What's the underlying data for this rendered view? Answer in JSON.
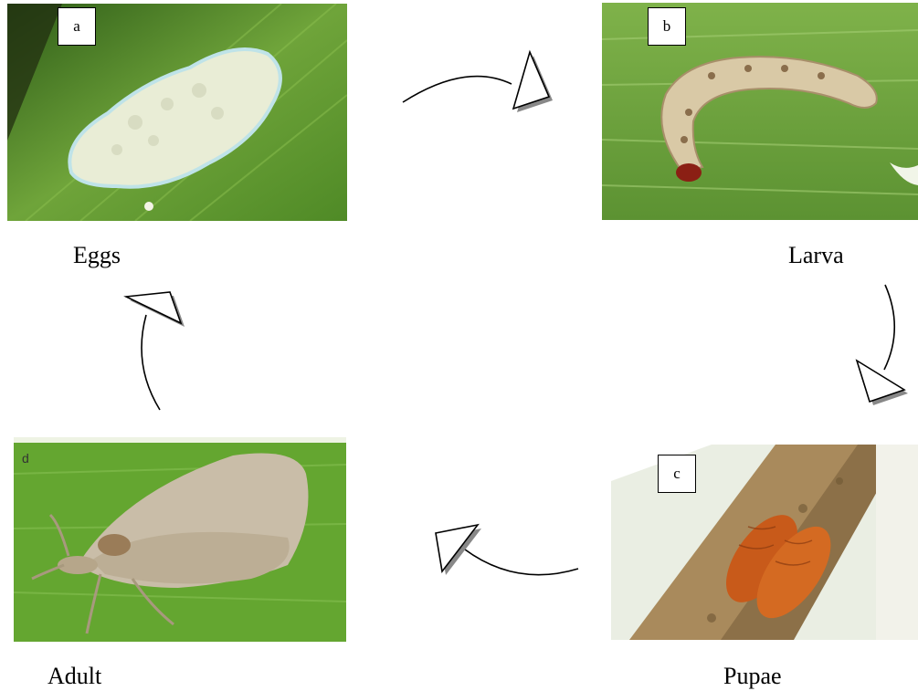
{
  "stages": {
    "eggs": {
      "tag": "a",
      "label": "Eggs"
    },
    "larva": {
      "tag": "b",
      "label": "Larva"
    },
    "pupae": {
      "tag": "c",
      "label": "Pupae"
    },
    "adult": {
      "tag": "d",
      "label": "Adult"
    }
  },
  "colors": {
    "leaf": "#6fa43a",
    "leaf_dark": "#3d6e1e",
    "egg_mass": "#e9edd6",
    "larva_body": "#d9c9a6",
    "pupa": "#c85a1a",
    "moth_wing": "#c9bda8",
    "stem": "#b49b72"
  }
}
